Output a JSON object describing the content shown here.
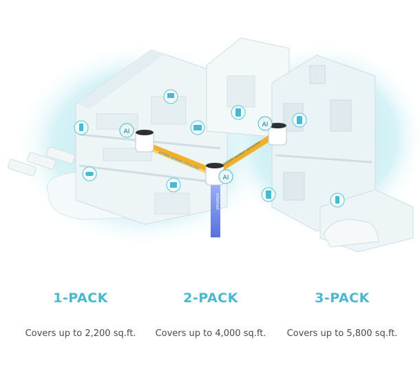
{
  "accent": "#49b8d0",
  "scene": {
    "ai_label": "AI",
    "internet_label": "Internet",
    "link_label": "AX5400 wireless connection",
    "device_icons": [
      "phone-icon",
      "laptop-icon",
      "tv-icon",
      "tablet-icon",
      "gamepad-icon",
      "speaker-icon",
      "fridge-icon",
      "camera-icon"
    ]
  },
  "packs": [
    {
      "title": "1-PACK",
      "coverage": "Covers up to 2,200 sq.ft."
    },
    {
      "title": "2-PACK",
      "coverage": "Covers up to 4,000 sq.ft."
    },
    {
      "title": "3-PACK",
      "coverage": "Covers up to 5,800 sq.ft."
    }
  ]
}
